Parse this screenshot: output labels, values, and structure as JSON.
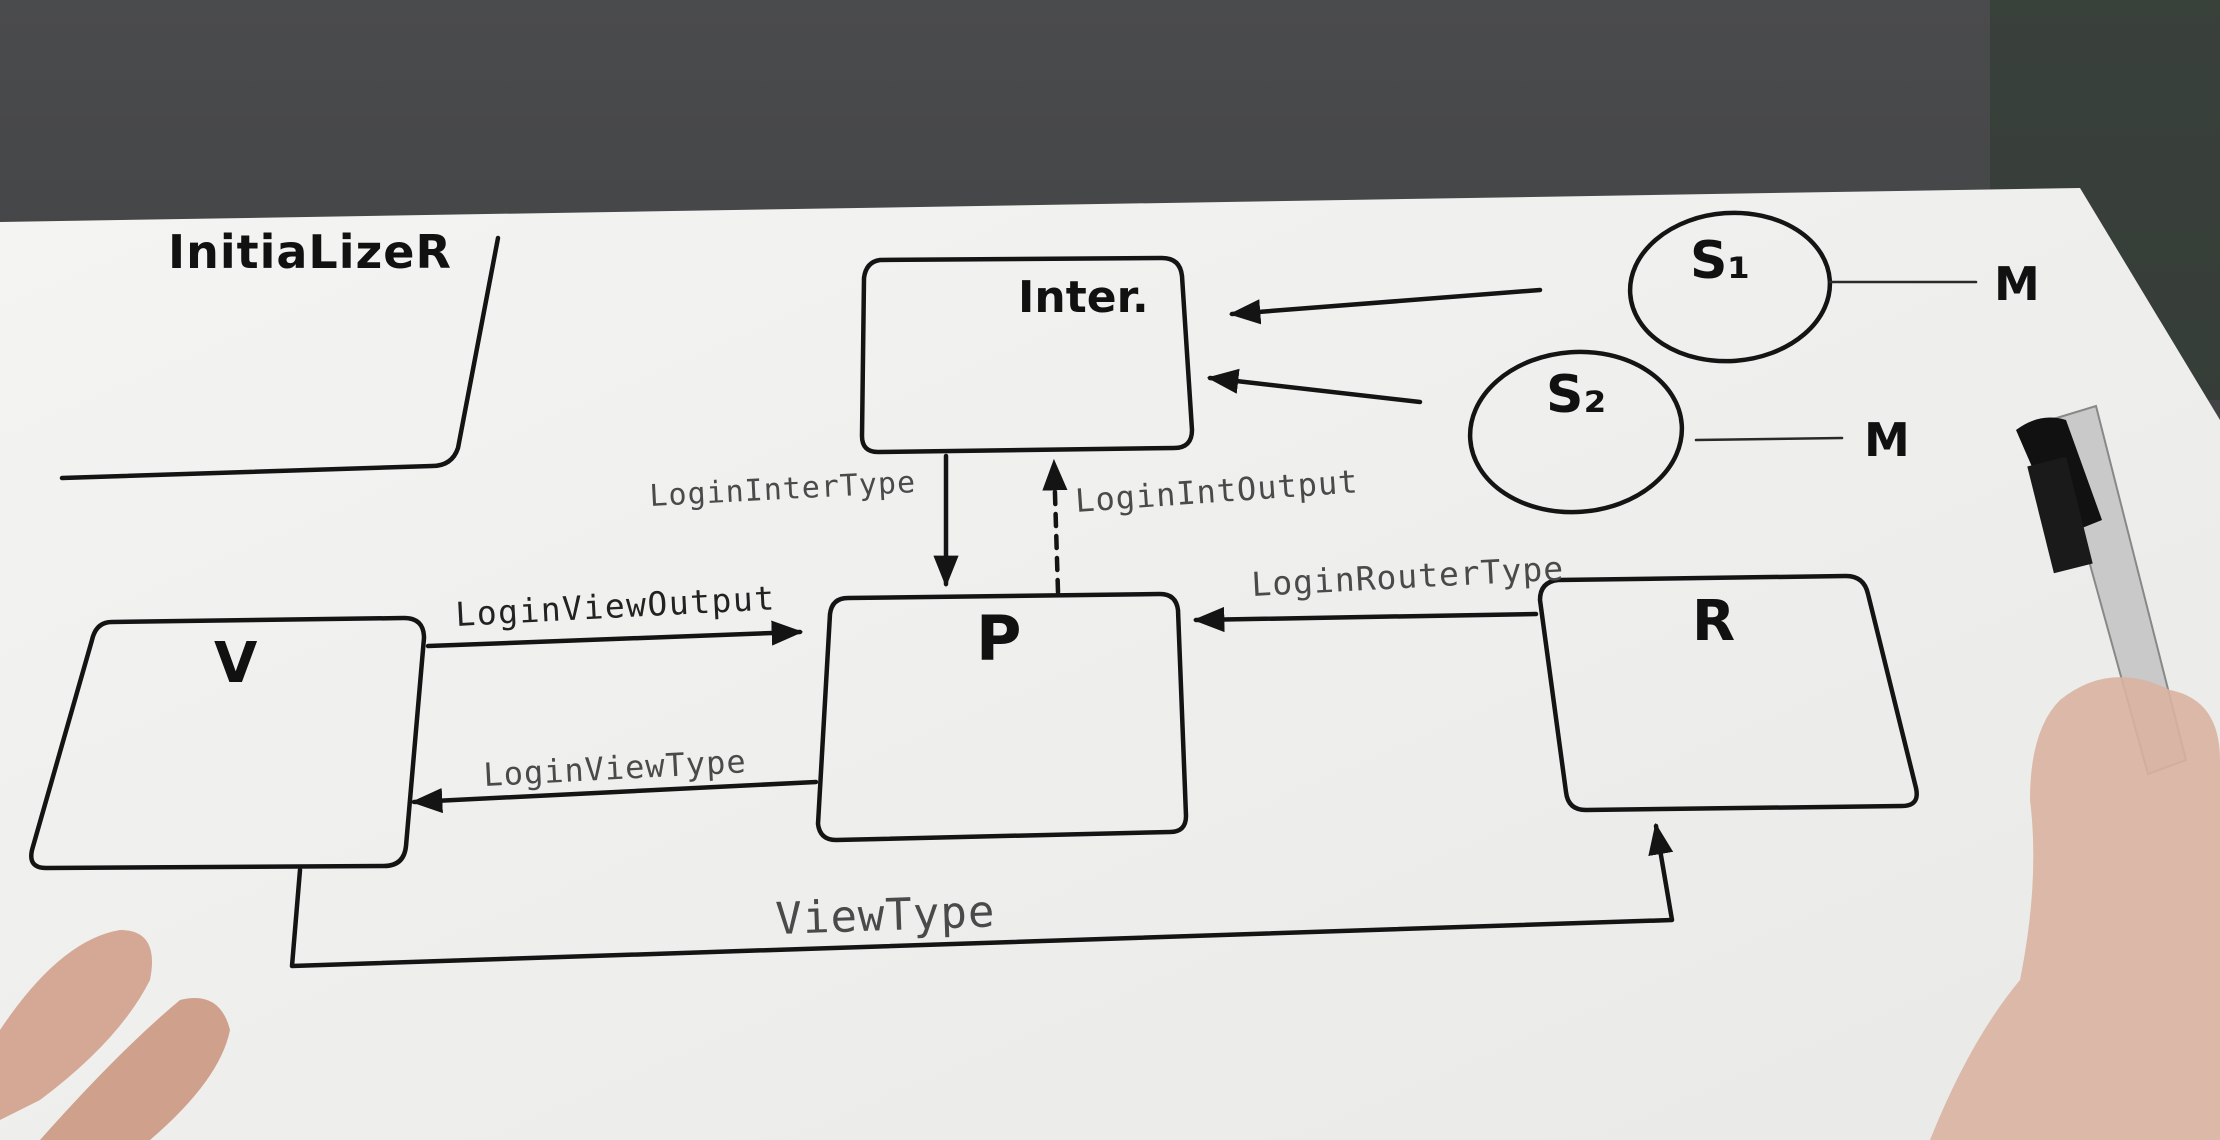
{
  "initializer": {
    "label": "InitiaLizeR"
  },
  "nodes": {
    "interactor": {
      "label": "Inter."
    },
    "presenter": {
      "label": "P"
    },
    "view": {
      "label": "V"
    },
    "router": {
      "label": "R"
    },
    "service1": {
      "label": "S₁"
    },
    "service2": {
      "label": "S₂"
    },
    "model1": {
      "label": "M"
    },
    "model2": {
      "label": "M"
    }
  },
  "edges": {
    "login_inter_type": "LoginInterType",
    "login_int_output": "LoginIntOutput",
    "login_view_output": "LoginViewOutput",
    "login_view_type": "LoginViewType",
    "login_router_type": "LoginRouterType",
    "view_type": "ViewType"
  },
  "colors": {
    "paper": "#f2f2f0",
    "ink": "#141414",
    "pencil": "#4a4a4a",
    "table": "#3a3b3d",
    "skin": "#d9b3a0"
  }
}
